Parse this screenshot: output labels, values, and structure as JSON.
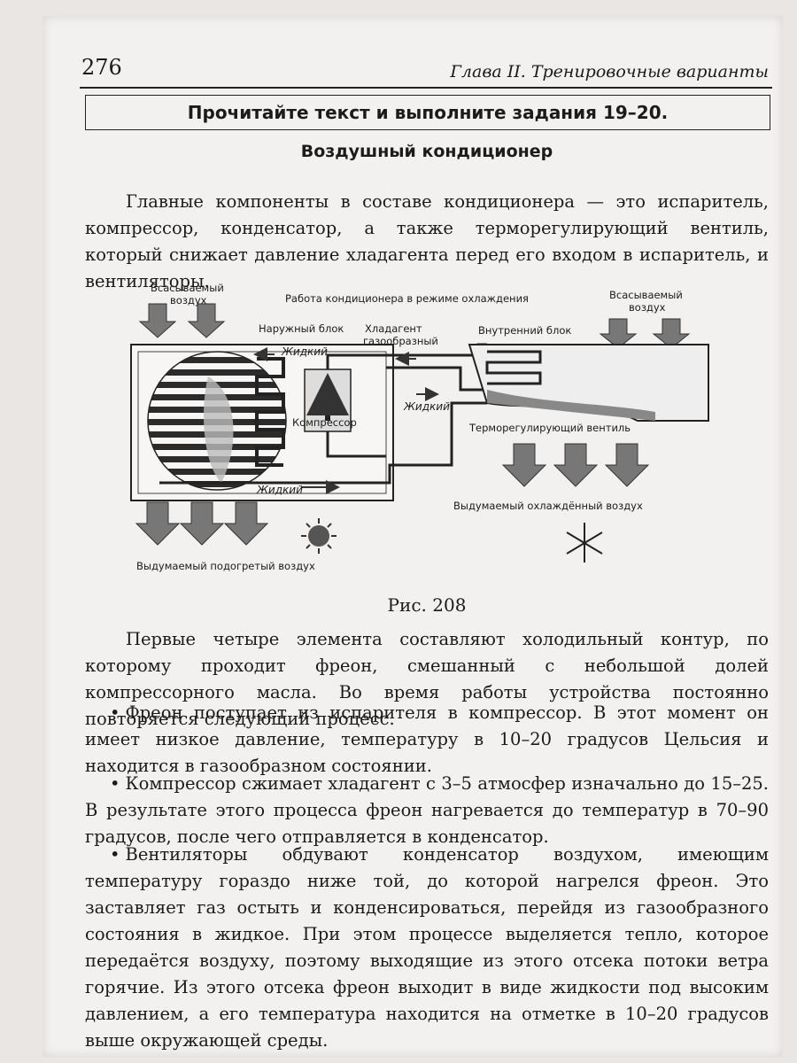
{
  "header": {
    "page_number": "276",
    "chapter": "Глава II. Тренировочные варианты"
  },
  "task": "Прочитайте текст и выполните задания 19–20.",
  "title": "Воздушный кондиционер",
  "paragraphs": {
    "p1": "Главные компоненты в составе кондиционера — это испаритель, компрессор, конденсатор, а также терморегулирующий вентиль, который снижает давление хладагента перед его входом в испаритель, и вентиляторы.",
    "p2": "Первые четыре элемента составляют холодильный контур, по которому проходит фреон, смешанный с небольшой долей компрессорного масла. Во время работы устройства постоянно повторяется следующий процесс.",
    "p3": "Фреон поступает из испарителя в компрессор. В этот момент он имеет низкое давление, температуру в 10–20 градусов Цельсия и находится в газообразном состоянии.",
    "p4": "Компрессор сжимает хладагент с 3–5 атмосфер изначально до 15–25. В результате этого процесса фреон нагревается до температур в 70–90 градусов, после чего отправляется в конденсатор.",
    "p5": "Вентиляторы обдувают конденсатор воздухом, имеющим температуру гораздо ниже той, до которой нагрелся фреон. Это заставляет газ остыть и конденсироваться, перейдя из газообразного состояния в жидкое. При этом процессе выделяется тепло, которое передаётся воздуху, поэтому выходящие из этого отсека потоки ветра горячие. Из этого отсека фреон выходит в виде жидкости под высоким давлением, а его температура находится на отметке в 10–20 градусов выше окружающей среды."
  },
  "bullet_symbol": "•",
  "figure": {
    "caption": "Рис. 208",
    "labels": {
      "intake_left": "Всасываемый",
      "intake_left_2": "воздух",
      "mode": "Работа кондиционера в режиме охлаждения",
      "intake_right": "Всасываемый",
      "intake_right_2": "воздух",
      "outdoor_unit": "Наружный блок",
      "gas_refrigerant": "Хладагент",
      "gas_refrigerant_2": "газообразный",
      "indoor_unit": "Внутренний блок",
      "liquid_top": "Жидкий",
      "liquid_mid": "Жидкий",
      "compressor": "Компрессор",
      "valve": "Терморегулирующий вентиль",
      "liquid_bottom": "Жидкий",
      "cooled_air": "Выдумаемый охлаждённый воздух",
      "heated_air": "Выдумаемый подогретый воздух"
    }
  }
}
